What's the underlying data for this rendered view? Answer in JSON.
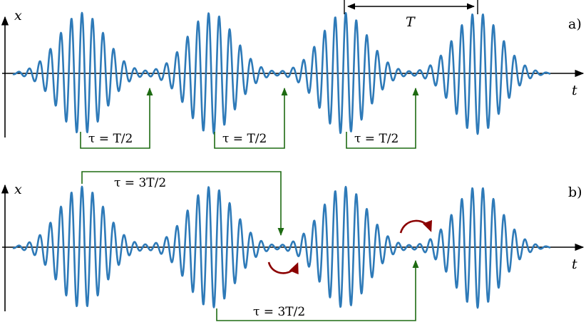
{
  "panel_a": {
    "tag": "a)",
    "y_axis_label": "x",
    "x_axis_label": "t",
    "period_label": "T",
    "tau_labels": [
      "τ = T/2",
      "τ = T/2",
      "τ = T/2"
    ]
  },
  "panel_b": {
    "tag": "b)",
    "y_axis_label": "x",
    "x_axis_label": "t",
    "tau_top": "τ = 3T/2",
    "tau_bottom": "τ = 3T/2"
  },
  "colors": {
    "signal": "#2e7ab8",
    "arrow_green": "#1e6b12",
    "arrow_red": "#8b0000",
    "axis": "#000000"
  }
}
